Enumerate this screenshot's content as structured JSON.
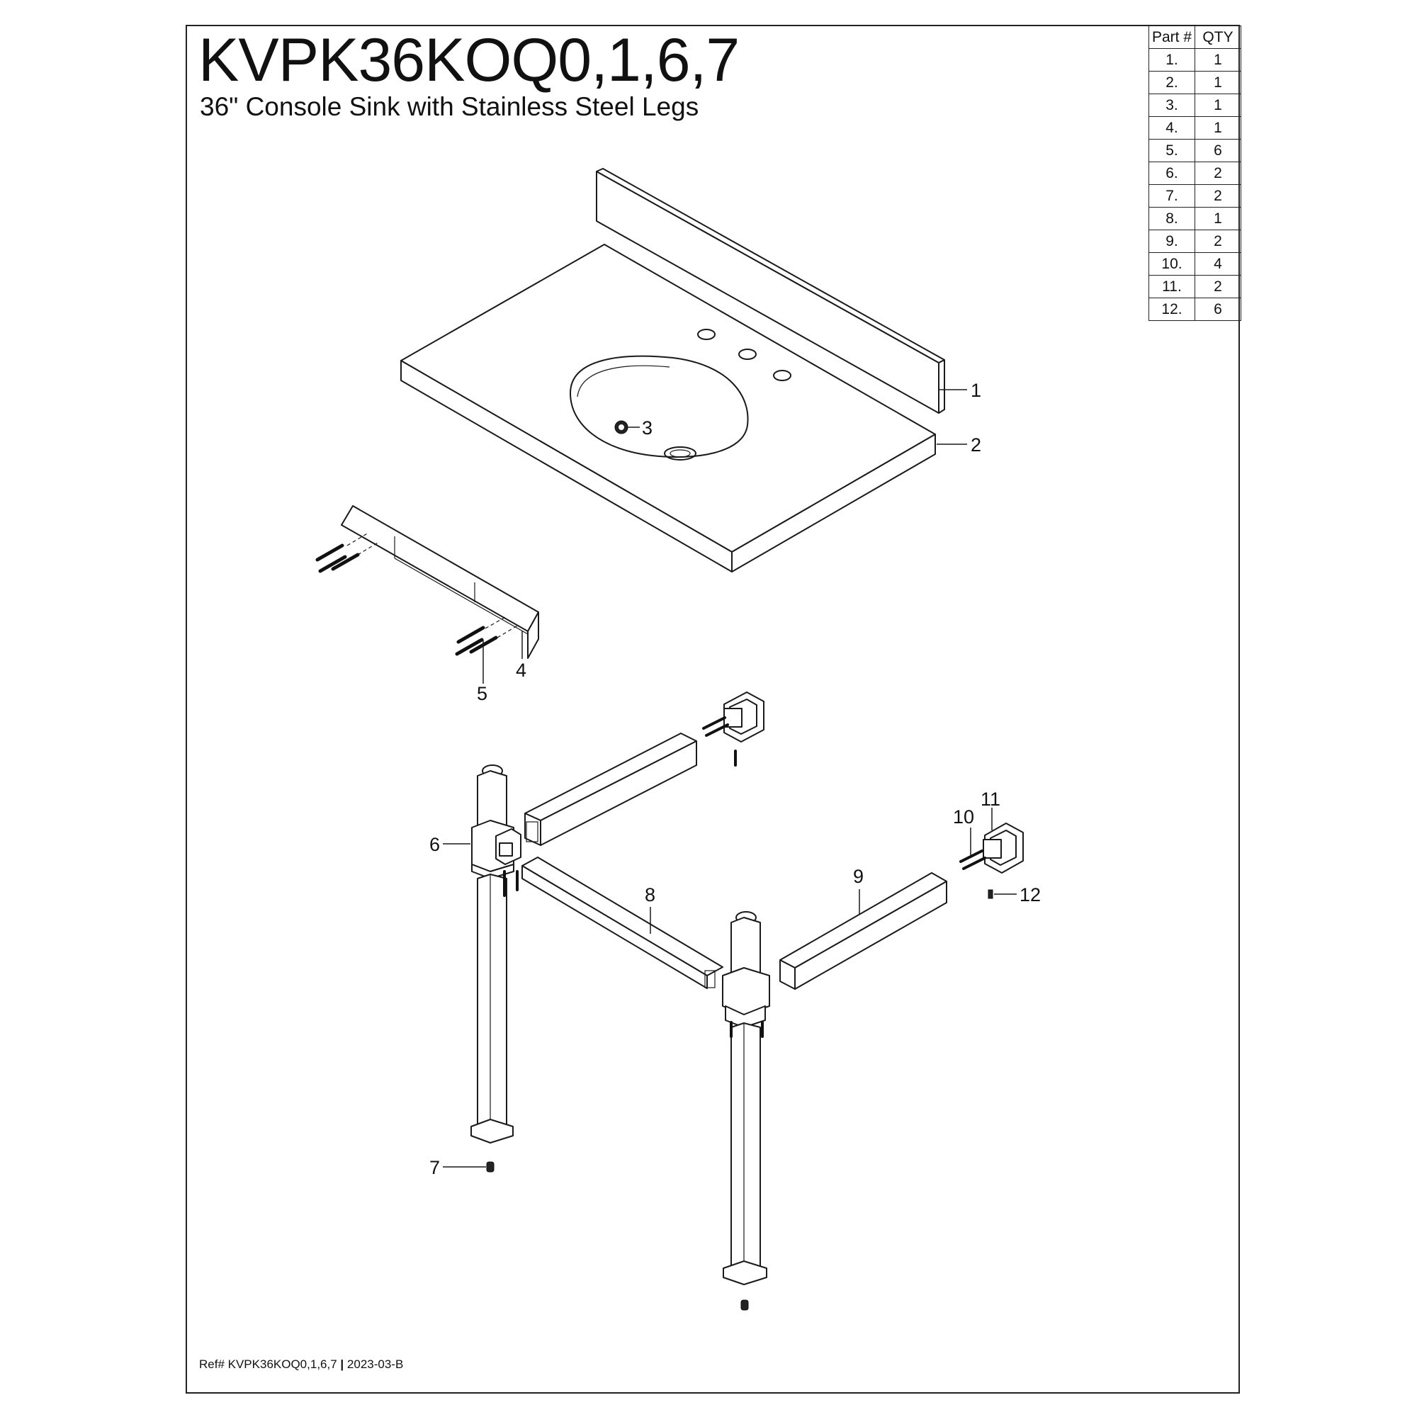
{
  "title": "KVPK36KOQ0,1,6,7",
  "subtitle": "36\" Console Sink with Stainless Steel Legs",
  "ref": {
    "prefix": "Ref# KVPK36KOQ0,1,6,7",
    "separator": "|",
    "revision": "2023-03-B"
  },
  "parts_table": {
    "headers": [
      "Part #",
      "QTY"
    ],
    "rows": [
      {
        "part": "1.",
        "qty": "1"
      },
      {
        "part": "2.",
        "qty": "1"
      },
      {
        "part": "3.",
        "qty": "1"
      },
      {
        "part": "4.",
        "qty": "1"
      },
      {
        "part": "5.",
        "qty": "6"
      },
      {
        "part": "6.",
        "qty": "2"
      },
      {
        "part": "7.",
        "qty": "2"
      },
      {
        "part": "8.",
        "qty": "1"
      },
      {
        "part": "9.",
        "qty": "2"
      },
      {
        "part": "10.",
        "qty": "4"
      },
      {
        "part": "11.",
        "qty": "2"
      },
      {
        "part": "12.",
        "qty": "6"
      }
    ]
  },
  "callouts": {
    "c1": "1",
    "c2": "2",
    "c3": "3",
    "c4": "4",
    "c5": "5",
    "c6": "6",
    "c7": "7",
    "c8": "8",
    "c9": "9",
    "c10": "10",
    "c11": "11",
    "c12": "12"
  }
}
